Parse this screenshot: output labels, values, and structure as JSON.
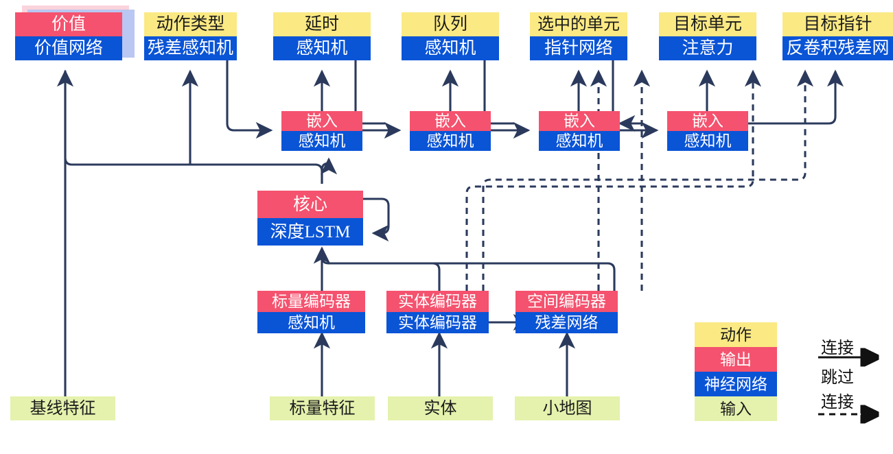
{
  "diagram": {
    "title": "AlphaStar-style network architecture diagram (Chinese labels)",
    "colors": {
      "action": "#fbe983",
      "output": "#f4526e",
      "network": "#0a54d6",
      "input": "#e4f2ad",
      "wire": "#2b3a5c",
      "shadow_pink": "#fbd3dc",
      "shadow_blue": "#b9c7f2"
    }
  },
  "outputs": [
    {
      "id": "value",
      "top_label": "价值",
      "top_type": "output",
      "bottom_label": "价值网络",
      "bottom_type": "network",
      "stacked": true
    },
    {
      "id": "action_type",
      "top_label": "动作类型",
      "top_type": "action",
      "bottom_label": "残差感知机",
      "bottom_type": "network",
      "stacked": false
    },
    {
      "id": "delay",
      "top_label": "延时",
      "top_type": "action",
      "bottom_label": "感知机",
      "bottom_type": "network",
      "stacked": false
    },
    {
      "id": "queue",
      "top_label": "队列",
      "top_type": "action",
      "bottom_label": "感知机",
      "bottom_type": "network",
      "stacked": false
    },
    {
      "id": "selected_units",
      "top_label": "选中的单元",
      "top_type": "action",
      "bottom_label": "指针网络",
      "bottom_type": "network",
      "stacked": false
    },
    {
      "id": "target_unit",
      "top_label": "目标单元",
      "top_type": "action",
      "bottom_label": "注意力",
      "bottom_type": "network",
      "stacked": false
    },
    {
      "id": "target_point",
      "top_label": "目标指针",
      "top_type": "action",
      "bottom_label": "反卷积残差网",
      "bottom_type": "network",
      "stacked": false
    }
  ],
  "embeddings": [
    {
      "id": "embed1",
      "top_label": "嵌入",
      "bottom_label": "感知机"
    },
    {
      "id": "embed2",
      "top_label": "嵌入",
      "bottom_label": "感知机"
    },
    {
      "id": "embed3",
      "top_label": "嵌入",
      "bottom_label": "感知机"
    },
    {
      "id": "embed4",
      "top_label": "嵌入",
      "bottom_label": "感知机"
    }
  ],
  "core": {
    "id": "core",
    "top_label": "核心",
    "bottom_label": "深度LSTM"
  },
  "encoders": [
    {
      "id": "scalar_encoder",
      "top_label": "标量编码器",
      "bottom_label": "感知机"
    },
    {
      "id": "entity_encoder",
      "top_label": "实体编码器",
      "bottom_label": "实体编码器"
    },
    {
      "id": "spatial_encoder",
      "top_label": "空间编码器",
      "bottom_label": "残差网络"
    }
  ],
  "inputs": [
    {
      "id": "baseline_features",
      "label": "基线特征"
    },
    {
      "id": "scalar_features",
      "label": "标量特征"
    },
    {
      "id": "entities",
      "label": "实体"
    },
    {
      "id": "minimap",
      "label": "小地图"
    }
  ],
  "legend": {
    "swatches": [
      {
        "id": "legend-action",
        "label": "动作",
        "type": "action"
      },
      {
        "id": "legend-output",
        "label": "输出",
        "type": "output"
      },
      {
        "id": "legend-network",
        "label": "神经网络",
        "type": "network"
      },
      {
        "id": "legend-input",
        "label": "输入",
        "type": "input"
      }
    ],
    "arrows": [
      {
        "id": "legend-connection",
        "label": "连接",
        "style": "solid"
      },
      {
        "id": "legend-skip-line1",
        "label": "跳过",
        "style": "none"
      },
      {
        "id": "legend-skip-connection",
        "label": "连接",
        "style": "dashed"
      }
    ]
  }
}
